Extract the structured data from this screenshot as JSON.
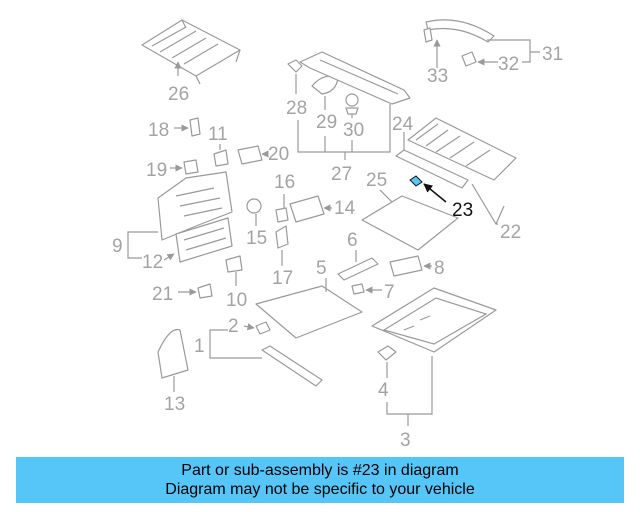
{
  "diagram": {
    "highlight_color": "#56c5f8",
    "highlighted_part": "23",
    "callouts": [
      "1",
      "2",
      "3",
      "4",
      "5",
      "6",
      "7",
      "8",
      "9",
      "10",
      "11",
      "12",
      "13",
      "14",
      "15",
      "16",
      "17",
      "18",
      "19",
      "20",
      "21",
      "22",
      "23",
      "24",
      "25",
      "26",
      "27",
      "28",
      "29",
      "30",
      "31",
      "32",
      "33"
    ]
  },
  "caption": {
    "line1": "Part or sub-assembly is #23 in diagram",
    "line2": "Diagram may not be specific to your vehicle",
    "background": "#56c5f8"
  }
}
